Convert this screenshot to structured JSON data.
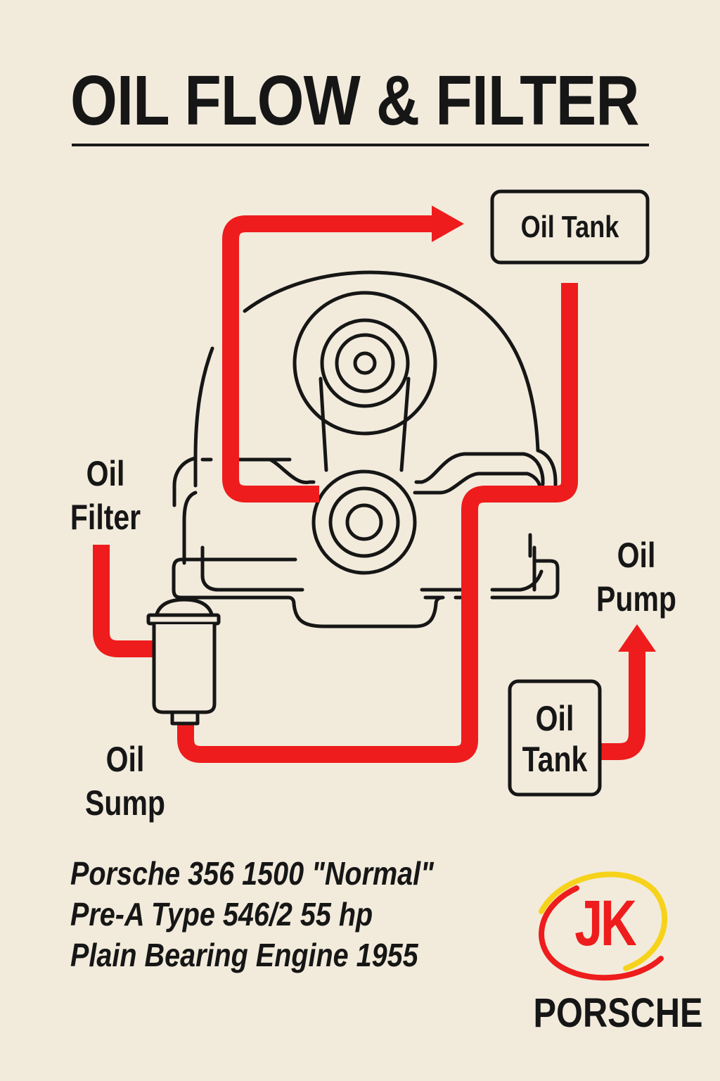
{
  "title": "OIL FLOW & FILTER",
  "labels": {
    "oil_tank_top": "Oil Tank",
    "oil_filter_line1": "Oil",
    "oil_filter_line2": "Filter",
    "oil_pump_line1": "Oil",
    "oil_pump_line2": "Pump",
    "oil_sump_line1": "Oil",
    "oil_sump_line2": "Sump",
    "oil_tank_bottom_line1": "Oil",
    "oil_tank_bottom_line2": "Tank"
  },
  "caption": {
    "line1": "Porsche 356 1500 \"Normal\"",
    "line2": "Pre-A Type 546/2 55 hp",
    "line3": "Plain Bearing Engine 1955"
  },
  "logo": {
    "monogram": "JK",
    "brand": "PORSCHE"
  },
  "colors": {
    "background": "#f2ebdc",
    "ink": "#161616",
    "flow_red": "#ee1c1c",
    "logo_yellow": "#f6d31a"
  },
  "icons": [
    "engine-icon",
    "oil-filter-icon",
    "flow-arrow-icon",
    "jk-logo-icon"
  ]
}
